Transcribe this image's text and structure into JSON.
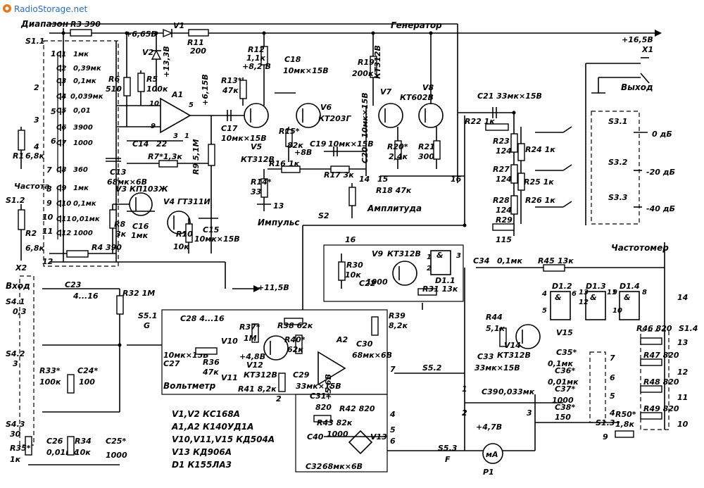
{
  "watermark": "RadioStorage.net",
  "section_labels": {
    "range": "Диапазон",
    "generator": "Генератор",
    "frequency": "Частота",
    "pulse": "Импульс",
    "amplitude": "Амплитуда",
    "output": "Выход",
    "input": "Вход",
    "voltmeter": "Вольтметр",
    "freq_meter": "Частотомер"
  },
  "rails": {
    "v_plus_16_5": "+16,5В",
    "v_plus_6_65": "+6,65В",
    "v_plus_13_3": "+13,3В",
    "v_plus_6_15": "+6,15В",
    "v_plus_8_2": "+8,2 В",
    "v_plus_8": "+8В",
    "v_plus_11_5": "+11,5В",
    "v_plus_4_8": "+4,8В",
    "v_plus_5_6": "+5,6В",
    "v_plus_4_7": "+4,7В"
  },
  "connectors": {
    "x1": "X1",
    "x2": "X2"
  },
  "range_caps": [
    {
      "ref": "C1",
      "value": "1мк"
    },
    {
      "ref": "C2",
      "value": "0,39мк"
    },
    {
      "ref": "C3",
      "value": "0,1мк"
    },
    {
      "ref": "C4",
      "value": "0,039мк"
    },
    {
      "ref": "C5",
      "value": "0,01"
    },
    {
      "ref": "C6",
      "value": "3900"
    },
    {
      "ref": "C7",
      "value": "1000"
    },
    {
      "ref": "C8",
      "value": "360"
    },
    {
      "ref": "C9",
      "value": "1мк"
    },
    {
      "ref": "C10",
      "value": "0,1мк"
    },
    {
      "ref": "C11",
      "value": "0,01мк"
    },
    {
      "ref": "C12",
      "value": "1000"
    }
  ],
  "switch_positions": [
    "1",
    "2",
    "3",
    "4",
    "5",
    "6",
    "7",
    "8",
    "9",
    "10",
    "11",
    "12"
  ],
  "switches": {
    "s1_1": "S1.1",
    "s1_2": "S1.2",
    "s1_3": "S1.3",
    "s1_4": "S1.4",
    "s2": "S2",
    "s3_1": "S3.1",
    "s3_2": "S3.2",
    "s3_3": "S3.3",
    "s4_1": "S4.1",
    "s4_2": "S4.2",
    "s4_3": "S4.3",
    "s5_1": "S5.1",
    "s5_2": "S5.2",
    "s5_3": "S5.3"
  },
  "switch_values": {
    "s4_1": "0,3",
    "s4_2": "3",
    "s4_3": "30",
    "s5_1": "G",
    "s5_3": "F"
  },
  "generator_parts": {
    "r3": "R3 390",
    "r1": "R1",
    "r1_val": "6,8к",
    "r2": "R2",
    "r2_val": "6,8к",
    "r4": "R4 390",
    "r5": "R5",
    "r5_val": "100к",
    "r6": "R6",
    "r6_val": "510",
    "v1": "V1",
    "v2": "V2",
    "r11": "R11",
    "r11_val": "200",
    "a1": "A1",
    "c14": "C14",
    "c14_val": "22",
    "r7": "R7*1,3к",
    "r9": "R9 5,1M",
    "c13": "C13",
    "c13_val": "68мк×6В",
    "v3": "V3 КП103Ж",
    "v4": "V4 ГТ311И",
    "r8": "R8",
    "r8_val": "3к",
    "c16": "C16",
    "c16_val": "1мк",
    "r10": "R10",
    "r10_val": "10к",
    "c15": "C15",
    "c15_val": "10мк×15В",
    "pin10": "10",
    "pin9": "9",
    "pin3": "3",
    "pin1": "1",
    "pin5": "5"
  },
  "pulse_parts": {
    "r12": "R12",
    "r12_val": "1,1к",
    "r13": "R13*",
    "r13_val": "47к",
    "c17": "C17",
    "c17_val": "10мк×15В",
    "v5": "V5",
    "v5_type": "КТ312В",
    "c18": "C18",
    "c18_val": "10мк×15В",
    "v6": "V6",
    "v6_type": "КТ203Г",
    "r15": "R15*",
    "r15_val": "82к",
    "r16": "R16",
    "r16_val": "1к",
    "r14": "R14*",
    "r14_val": "33",
    "node13": "13"
  },
  "amplitude_parts": {
    "r19": "R19",
    "r19_val": "200к",
    "v7": "V7",
    "v7_type": "КТ312В",
    "v8": "V8",
    "v8_type": "КТ602В",
    "c19": "C19",
    "c19_val": "10мк×15В",
    "r17": "R17 3к",
    "c20": "C20",
    "c20_val": "10мк×15В",
    "r20": "R20*",
    "r20_val": "2,4к",
    "r21": "R21",
    "r21_val": "300",
    "r18": "R18 47к",
    "node14": "14",
    "node15": "15",
    "node16": "16"
  },
  "attenuator": {
    "c21": "C21 33мк×15В",
    "r22": "R22 1к",
    "r23": "R23",
    "r23_val": "124",
    "r24": "R24 1к",
    "r27": "R27",
    "r27_val": "124",
    "r25": "R25 1к",
    "r28": "R28",
    "r28_val": "124",
    "r26": "R26 1к",
    "r29": "R29",
    "r29_val": "115",
    "att_0": "0 дБ",
    "att_20": "-20 дБ",
    "att_40": "-40 дБ"
  },
  "trigger_parts": {
    "v9": "V9",
    "v9_type": "КТ312В",
    "r30": "R30",
    "r30_val": "10к",
    "c22": "C22",
    "c22_val": "1000",
    "r31": "R31 13к",
    "d1_1": "D1.1",
    "pin1": "1",
    "pin2": "2",
    "pin3": "3",
    "node16": "16"
  },
  "input_parts": {
    "c23": "C23",
    "c23_val": "4...16",
    "r32": "R32 1M",
    "r33": "R33*",
    "r33_val": "100к",
    "c24": "C24*",
    "c24_val": "100",
    "r35": "R35*",
    "r35_val": "1к",
    "c26": "C26",
    "c26_val": "0,01мк",
    "r34": "R34",
    "r34_val": "10к",
    "c25": "C25*",
    "c25_val": "1000"
  },
  "voltmeter_parts": {
    "c28": "C28 4...16",
    "c27": "C27",
    "c27_val": "10мк×15В",
    "r36": "R36",
    "r36_val": "47к",
    "v10": "V10",
    "v11": "V11",
    "r37": "R37*",
    "r37_val": "1M",
    "v12": "V12",
    "v12_type": "КТ312В",
    "r38": "R38 62к",
    "r40": "R40*",
    "r40_val": "62к",
    "r41": "R41 8,2к",
    "a2": "A2",
    "c29": "C29",
    "c29_val": "33мк×15В",
    "c30": "C30",
    "c30_val": "68мк×6В",
    "r39": "R39",
    "r39_val": "8,2к",
    "c31": "C31*",
    "c31_val": "820",
    "r42": "R42 820",
    "r43": "R43 82к",
    "c40": "C40",
    "c40_val": "1000",
    "v13": "V13",
    "c32": "C32",
    "c32_val": "68мк×6В",
    "p1": "P1",
    "meter": "мА",
    "pins": [
      "2",
      "3",
      "4",
      "5",
      "6",
      "7",
      "8",
      "9",
      "10",
      "1"
    ]
  },
  "counter_parts": {
    "c34": "C34",
    "c34_val": "0,1мк",
    "r45": "R45",
    "r45_val": "13к",
    "r44": "R44",
    "r44_val": "5,1к",
    "v14": "V14",
    "v14_type": "КТ312В",
    "c33": "C33",
    "c33_val": "33мк×15В",
    "c39": "C39",
    "c39_val": "0,033мк",
    "v15": "V15",
    "d1_2": "D1.2",
    "d1_3": "D1.3",
    "d1_4": "D1.4",
    "c35": "C35*",
    "c35_val": "0,1мк",
    "c36": "C36*",
    "c36_val": "0,01мк",
    "c37": "C37*",
    "c37_val": "1000",
    "c38": "C38*",
    "c38_val": "150",
    "r46": "R46 820",
    "r47": "R47 820",
    "r48": "R48 820",
    "r49": "R49 820",
    "r50": "R50*",
    "r50_val": "1,8к",
    "pins": [
      "4",
      "5",
      "6",
      "12",
      "13",
      "11",
      "9",
      "10",
      "8",
      "14",
      "13",
      "12",
      "11",
      "10",
      "9",
      "7",
      "6",
      "5",
      "4"
    ]
  },
  "legend": [
    "V1,V2  КС168А",
    "А1,А2  К140УД1А",
    "V10,V11,V15  КД504А",
    "V13  КД906А",
    "D1  К155ЛА3"
  ]
}
